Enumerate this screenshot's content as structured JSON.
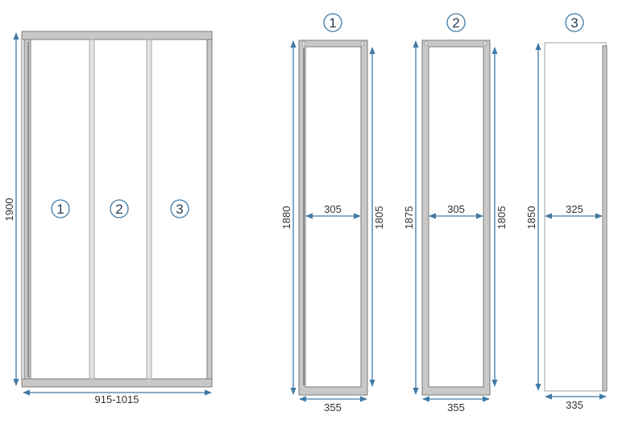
{
  "assembly": {
    "height_label": "1900",
    "width_label": "915-1015",
    "panel_numbers": [
      "1",
      "2",
      "3"
    ]
  },
  "panels": [
    {
      "number": "1",
      "outer_height": "1880",
      "inner_height": "1805",
      "inner_width": "305",
      "outer_width": "355"
    },
    {
      "number": "2",
      "outer_height": "1875",
      "inner_height": "1805",
      "inner_width": "305",
      "outer_width": "355"
    },
    {
      "number": "3",
      "outer_height": "1850",
      "inner_width": "325",
      "outer_width": "335"
    }
  ],
  "colors": {
    "dimension": "#3f7aa6",
    "frame": "#c8c8c8"
  }
}
